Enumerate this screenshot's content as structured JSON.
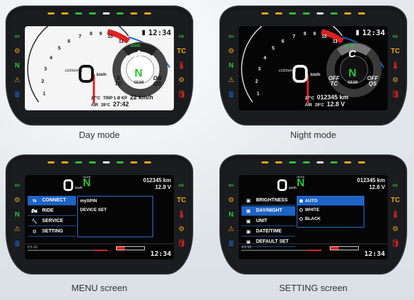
{
  "captions": {
    "day": "Day mode",
    "night": "Night mode",
    "menu": "MENU screen",
    "setting": "SETTING screen"
  },
  "led_colors": [
    "#f2a81b",
    "#f2a81b",
    "#2fbf3a",
    "#2fbf3a",
    "#ffffff",
    "#2fbf3a",
    "#f2a81b",
    "#f2a81b"
  ],
  "side_left": [
    "⇦",
    "⚙",
    "N",
    "⚠",
    "≣"
  ],
  "side_right": [
    "⇨",
    "TC",
    "🌡",
    "⚙",
    "🛢"
  ],
  "cluster": {
    "clock": "12:34",
    "mode_day": "A",
    "mode_night": "C",
    "sdms": "SDMS",
    "gear": "N",
    "gear_label": "GEAR",
    "tc_day_top": "5",
    "tc_day_bottom": "TC",
    "qs_day_top": "ON",
    "qs_day_bottom": "QS",
    "tc_night_top": "OFF",
    "tc_night_bottom": "TC",
    "qs_night_top": "OFF",
    "qs_night_bottom": "QS",
    "kmh": "km/h",
    "rpm_unit": "x1000r/min",
    "temp1": "27°C",
    "trip_label": "TRIP 1 Ø KP",
    "trip_value": "22 km/h",
    "air_label": "AIR",
    "temp2": "29°C",
    "trip_time": "27:42",
    "odo": "012345 km",
    "volts": "12.8 V"
  },
  "menu": {
    "items": [
      {
        "icon": "⇆",
        "label": "CONNECT"
      },
      {
        "icon": "🏍",
        "label": "RIDE"
      },
      {
        "icon": "🔧",
        "label": "SERVICE"
      },
      {
        "icon": "⚙",
        "label": "SETTING"
      }
    ],
    "sub_items": [
      "mySPIN",
      "DEVICE SET"
    ],
    "clock": "12:34",
    "scale": "0        5        10"
  },
  "setting": {
    "items": [
      "BRIGHTNESS",
      "DAY/NIGHT",
      "UNIT",
      "DATE/TIME",
      "DEFAULT SET"
    ],
    "options": [
      "AUTO",
      "WHITE",
      "BLACK"
    ],
    "clock": "12:34"
  }
}
